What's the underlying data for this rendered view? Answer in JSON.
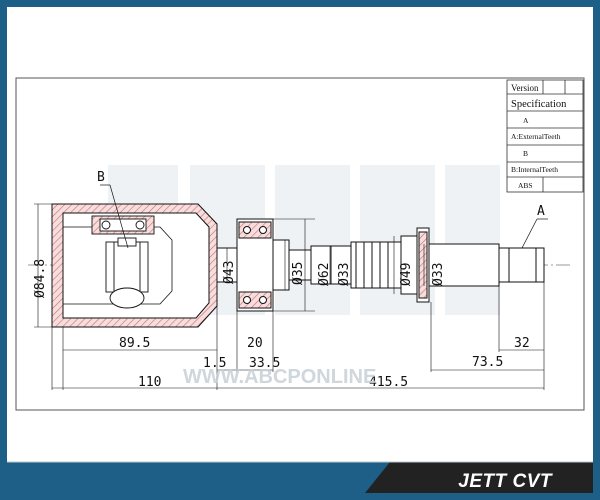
{
  "spec_table": {
    "version": "Version",
    "specification": "Specification",
    "row_a": "A",
    "row_a_desc": "A:ExternalTeeth",
    "row_b": "B",
    "row_b_desc": "B:InternalTeeth",
    "abs": "ABS"
  },
  "callouts": {
    "b": "B",
    "a": "A"
  },
  "dimensions": {
    "d84_8": "Ø84.8",
    "d43": "Ø43",
    "d35": "Ø35",
    "d62": "Ø62",
    "d33a": "Ø33",
    "d49": "Ø49",
    "d33b": "Ø33",
    "len89_5": "89.5",
    "len1_5": "1.5",
    "len20": "20",
    "len33_5": "33.5",
    "len110": "110",
    "len415_5": "415.5",
    "len73_5": "73.5",
    "len32": "32"
  },
  "watermark": "WWW.ABCPONLINE",
  "footer": {
    "model": "JETT CVT"
  },
  "colors": {
    "frame_border": "#1d5f86",
    "hatch": "#d06a6a",
    "line": "#111111",
    "footer_dark": "#222222"
  }
}
